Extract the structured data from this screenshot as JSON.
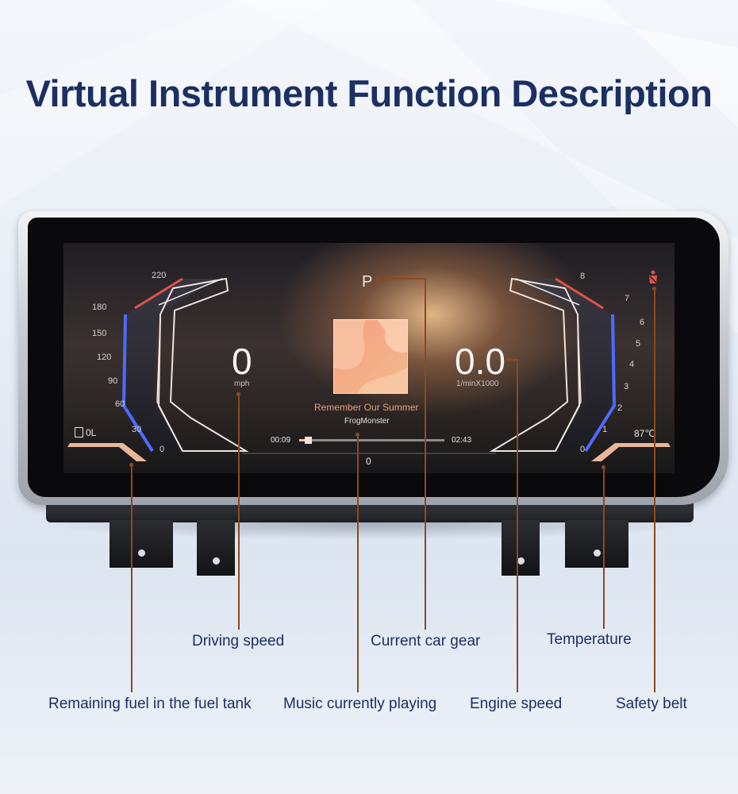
{
  "title": "Virtual Instrument Function Description",
  "screen": {
    "gear": "P",
    "speed": {
      "value": "0",
      "unit": "mph",
      "ticks": [
        "220",
        "180",
        "150",
        "120",
        "90",
        "60",
        "30",
        "0"
      ]
    },
    "rpm": {
      "value": "0.0",
      "unit": "1/minX1000",
      "ticks": [
        "8",
        "7",
        "6",
        "5",
        "4",
        "3",
        "2",
        "1",
        "0"
      ]
    },
    "fuel": {
      "value": "0L",
      "icon": "fuel-pump-icon"
    },
    "temperature": "87℃",
    "seatbelt_icon": "seatbelt-warning-icon",
    "music": {
      "song": "Remember Our Summer",
      "artist": "FrogMonster",
      "elapsed": "00:09",
      "total": "02:43",
      "progress": 0.06
    },
    "bottom_center": "0"
  },
  "callouts": {
    "driving_speed": "Driving speed",
    "current_gear": "Current car gear",
    "temperature": "Temperature",
    "fuel": "Remaining fuel in the fuel tank",
    "music": "Music currently playing",
    "engine_speed": "Engine speed",
    "safety_belt": "Safety belt"
  },
  "colors": {
    "title": "#1b2f62",
    "callout_line": "#8b4a1f",
    "accent_red": "#e0524a",
    "accent_blue": "#4d6bff"
  }
}
